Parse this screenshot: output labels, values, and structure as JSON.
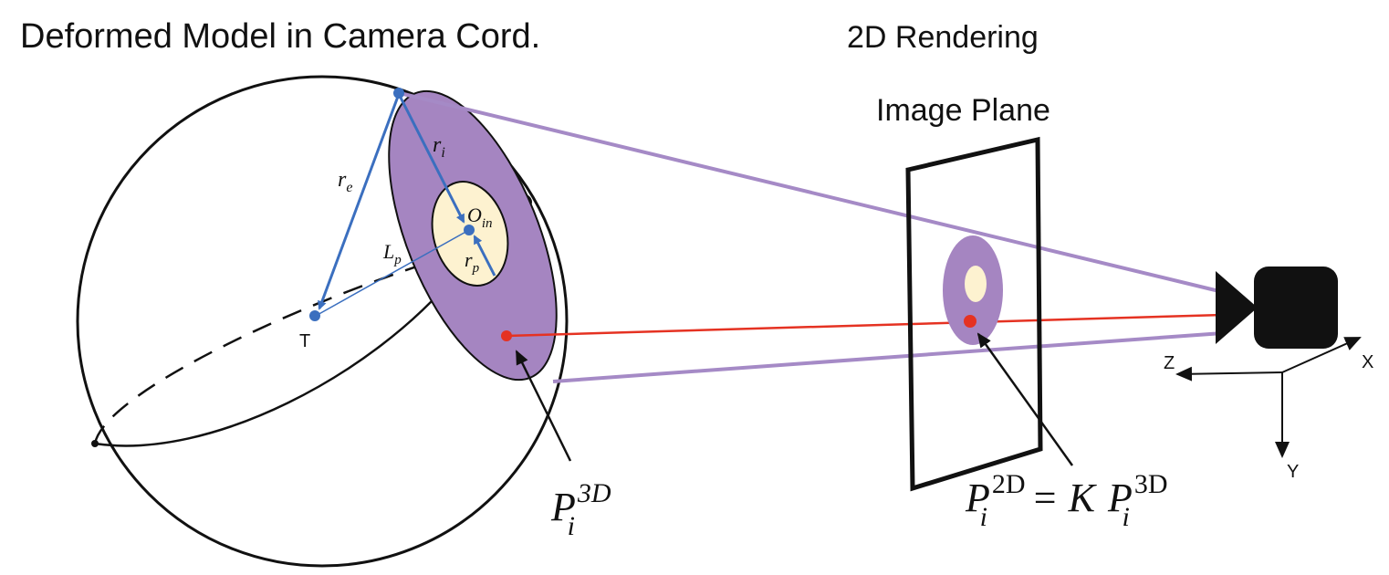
{
  "titles": {
    "left": "Deformed Model in Camera Cord.",
    "right": "2D Rendering"
  },
  "image_plane_label": "Image Plane",
  "labels": {
    "r_i": {
      "base": "r",
      "sub": "i"
    },
    "r_e": {
      "base": "r",
      "sub": "e"
    },
    "L_p": {
      "base": "L",
      "sub": "p"
    },
    "O_in": {
      "base": "O",
      "sub": "in"
    },
    "r_p": {
      "base": "r",
      "sub": "p"
    },
    "T": "T",
    "P3D": {
      "base": "P",
      "sub": "i",
      "sup": "3D"
    },
    "P2D_lhs": {
      "base": "P",
      "sub": "i",
      "sup": "2D"
    },
    "equals_K": "= K",
    "P3D_rhs": {
      "base": "P",
      "sub": "i",
      "sup": "3D"
    }
  },
  "axes": {
    "x": "X",
    "y": "Y",
    "z": "Z"
  },
  "colors": {
    "iris": "#a585c1",
    "pupil": "#fdf2d0",
    "arrow_blue": "#3b6fbf",
    "ray_purple": "#a58ac6",
    "ray_red": "#e53222",
    "dot_red": "#e53222"
  },
  "icons": [
    "camera-icon"
  ]
}
